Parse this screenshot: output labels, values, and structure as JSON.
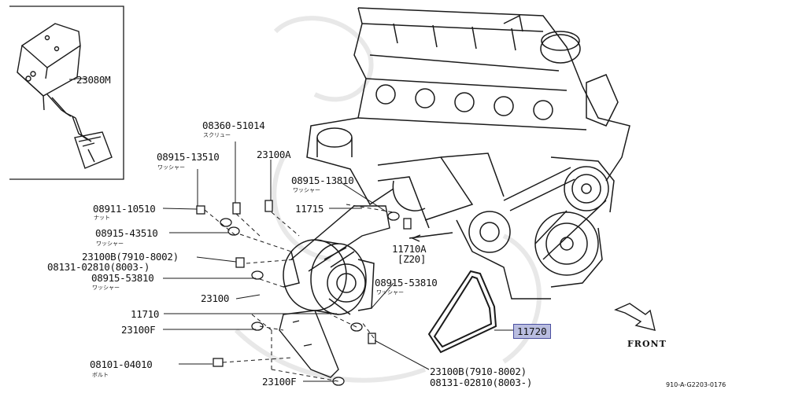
{
  "labels": {
    "p23080M": "23080M",
    "p08360": "08360-51014",
    "p08360_sub": "スクリュー",
    "p08915_13510": "08915-13510",
    "p08915_13510_sub": "ワッシャー",
    "p23100A": "23100A",
    "p08915_13810": "08915-13810",
    "p08915_13810_sub": "ワッシャー",
    "p08911": "08911-10510",
    "p08911_sub": "ナット",
    "p11715": "11715",
    "p08915_43510": "08915-43510",
    "p08915_43510_sub": "ワッシャー",
    "p11710A": "11710A",
    "p11710A_sub": "[Z20]",
    "p23100B_a": "23100B(7910-8002)",
    "p08131_a": "08131-02810(8003-)",
    "p08915_53810_a": "08915-53810",
    "p08915_53810_a_sub": "ワッシャー",
    "p08915_53810_b": "08915-53810",
    "p08915_53810_b_sub": "ワッシャー",
    "p23100": "23100",
    "p11710": "11710",
    "p23100F_a": "23100F",
    "p08101": "08101-04010",
    "p08101_sub": "ボルト",
    "p23100F_b": "23100F",
    "p23100B_b": "23100B(7910-8002)",
    "p08131_b": "08131-02810(8003-)",
    "p11720": "11720",
    "front": "FRONT",
    "diagram_code": "910-A-G2203-0176"
  },
  "colors": {
    "line": "#1a1a1a",
    "highlight_fill": "#b9bde0",
    "highlight_border": "#4a4fa0",
    "watermark": "#e6e6e6"
  }
}
